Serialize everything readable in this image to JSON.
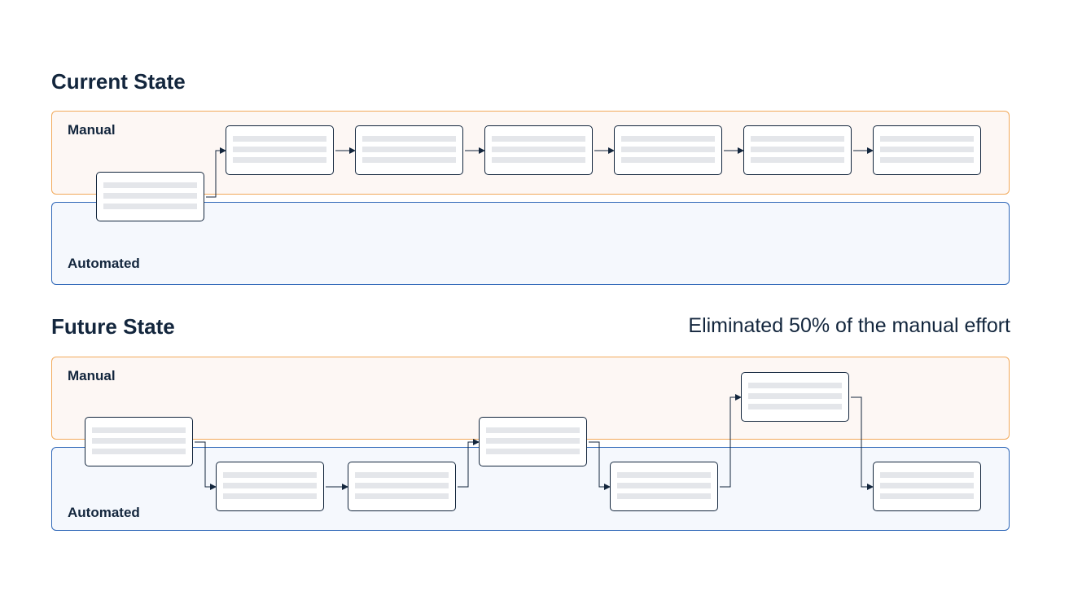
{
  "current_state": {
    "title": "Current State",
    "manual_label": "Manual",
    "automated_label": "Automated"
  },
  "future_state": {
    "title": "Future State",
    "subtitle": "Eliminated 50% of the manual effort",
    "manual_label": "Manual",
    "automated_label": "Automated"
  },
  "colors": {
    "text": "#13263d",
    "manual_border": "#f2a95a",
    "manual_fill": "#fdf7f4",
    "automated_border": "#2f67b8",
    "automated_fill": "#f5f8fd",
    "placeholder_bar": "#e4e6ea"
  },
  "diagram": {
    "current_steps": [
      {
        "lane": "manual"
      },
      {
        "lane": "manual"
      },
      {
        "lane": "manual"
      },
      {
        "lane": "manual"
      },
      {
        "lane": "manual"
      },
      {
        "lane": "manual"
      },
      {
        "lane": "manual"
      }
    ],
    "future_steps": [
      {
        "lane": "manual"
      },
      {
        "lane": "automated"
      },
      {
        "lane": "automated"
      },
      {
        "lane": "manual"
      },
      {
        "lane": "automated"
      },
      {
        "lane": "manual"
      },
      {
        "lane": "automated"
      }
    ]
  }
}
